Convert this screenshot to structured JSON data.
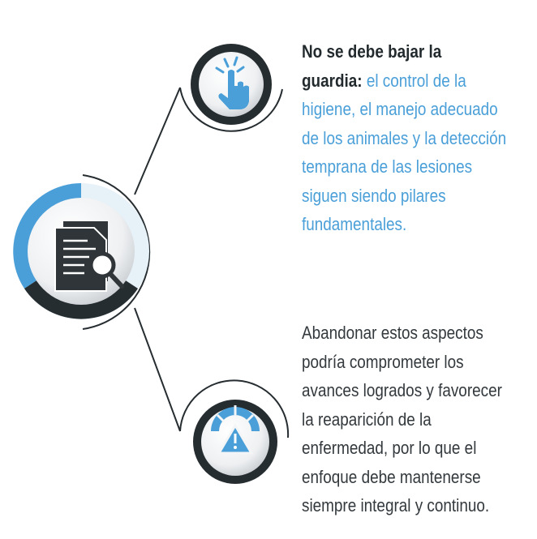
{
  "top_text": {
    "heading_line1": "No se debe bajar la",
    "heading_line2": "guardia:",
    "lines": [
      " el control de la",
      "higiene, el manejo adecuado",
      "de los animales y la detección",
      "temprana de las lesiones",
      "siguen siendo pilares",
      "fundamentales."
    ]
  },
  "bottom_text": {
    "lines": [
      "Abandonar estos aspectos",
      "podría comprometer los",
      "avances logrados y favorecer",
      "la reaparición de la",
      "enfermedad, por lo que el",
      "enfoque debe mantenerse",
      "siempre integral y continuo."
    ]
  },
  "icons": {
    "main": "document-search-icon",
    "top": "pointer-tap-icon",
    "bottom": "gauge-warning-icon"
  },
  "colors": {
    "accent": "#4a9fd8",
    "dark": "#262d31",
    "light_ring": "#e6f1f8"
  }
}
